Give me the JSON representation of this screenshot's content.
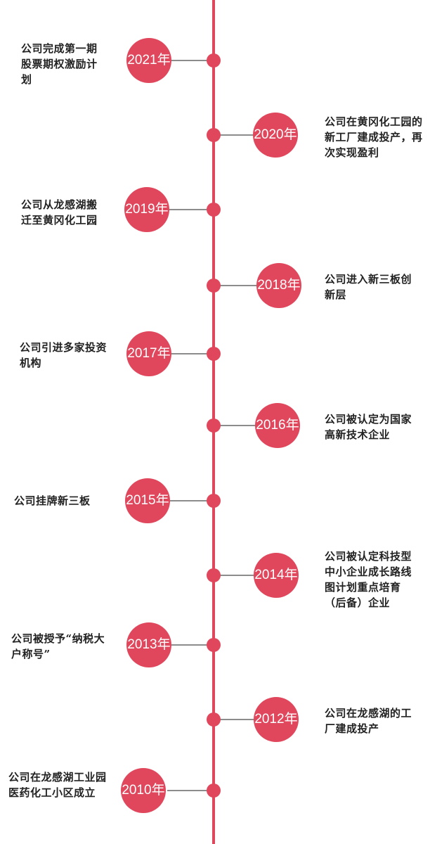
{
  "colors": {
    "accent": "#e0475c",
    "connector": "#8c8c8c",
    "text": "#222222"
  },
  "events": [
    {
      "year": "2021年",
      "text": "公司完成第一期股票期权激励计划"
    },
    {
      "year": "2020年",
      "text": "公司在黄冈化工园的新工厂建成投产，再次实现盈利"
    },
    {
      "year": "2019年",
      "text": "公司从龙感湖搬迁至黄冈化工园"
    },
    {
      "year": "2018年",
      "text": "公司进入新三板创新层"
    },
    {
      "year": "2017年",
      "text": "公司引进多家投资机构"
    },
    {
      "year": "2016年",
      "text": "公司被认定为国家高新技术企业"
    },
    {
      "year": "2015年",
      "text": "公司挂牌新三板"
    },
    {
      "year": "2014年",
      "text": "公司被认定科技型中小企业成长路线图计划重点培育（后备）企业"
    },
    {
      "year": "2013年",
      "text": "公司被授予“纳税大户称号”"
    },
    {
      "year": "2012年",
      "text": "公司在龙感湖的工厂建成投产"
    },
    {
      "year": "2010年",
      "text": "公司在龙感湖工业园医药化工小区成立"
    }
  ]
}
